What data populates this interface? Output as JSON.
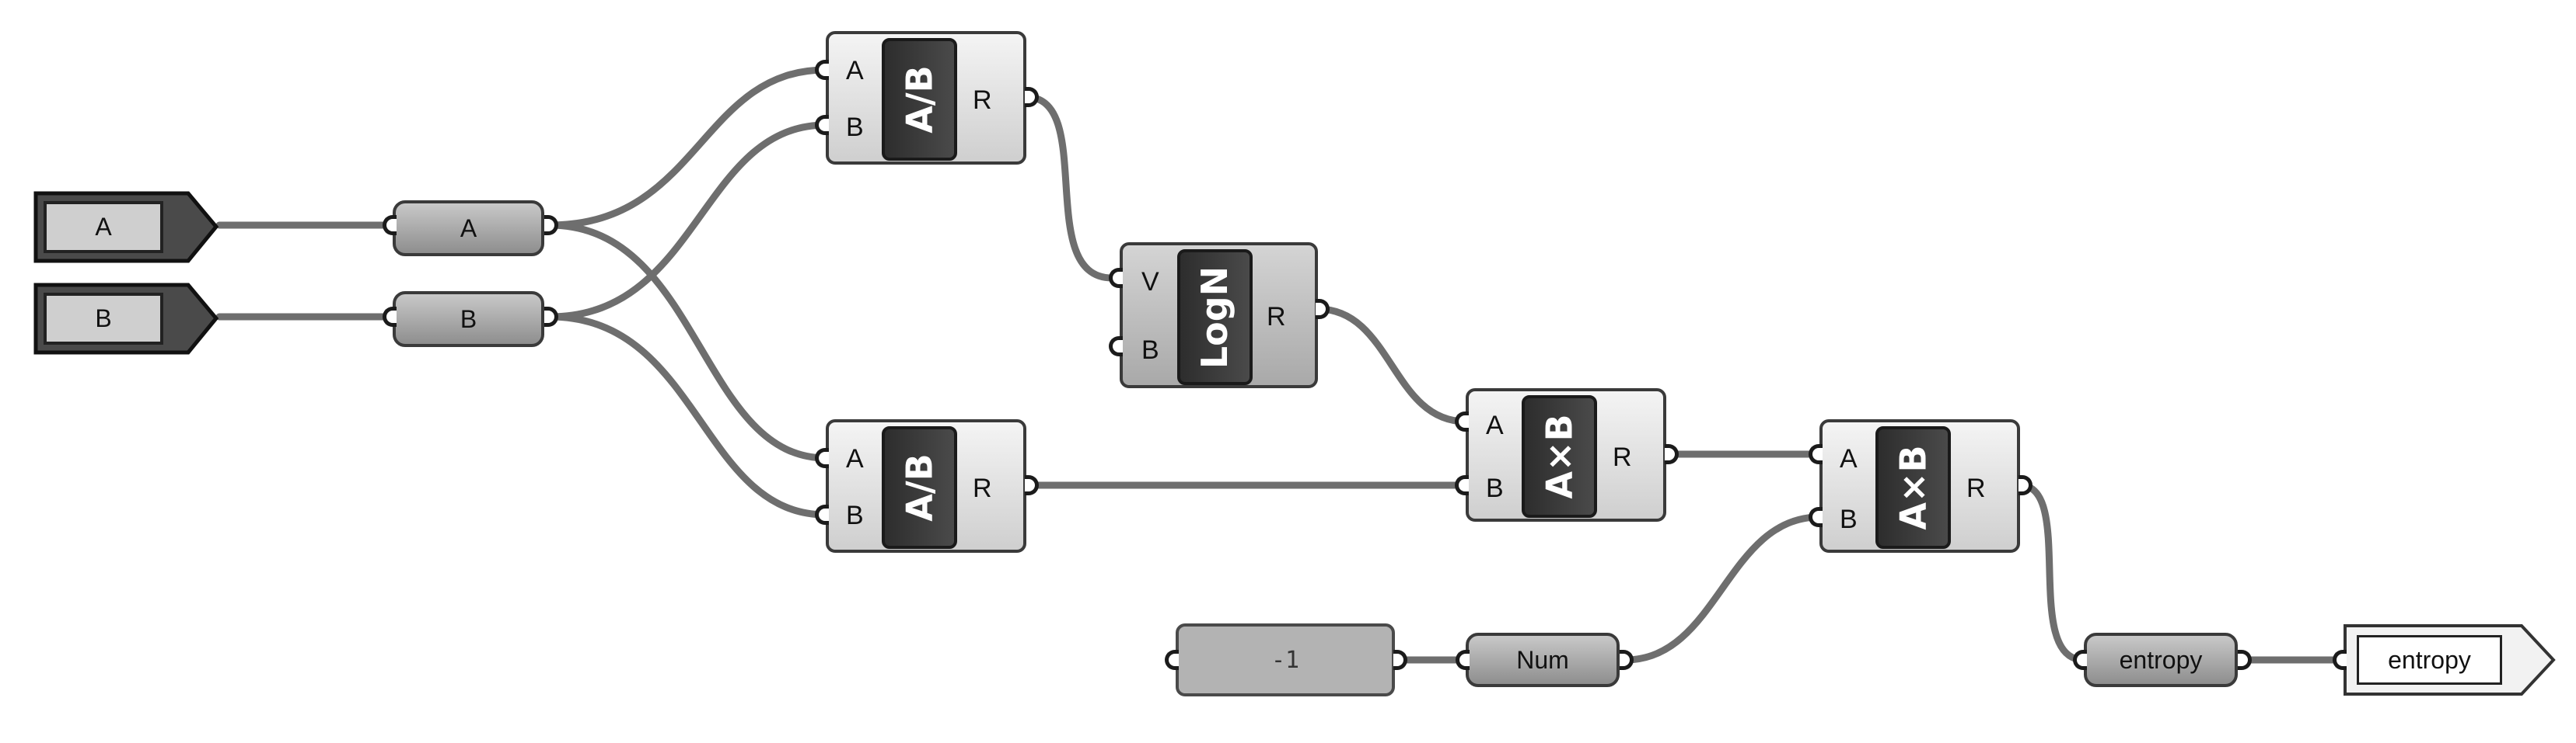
{
  "sources": [
    {
      "id": "A",
      "label": "A"
    },
    {
      "id": "B",
      "label": "B"
    }
  ],
  "params": {
    "a": "A",
    "b": "B",
    "num": "Num",
    "entropy": "entropy"
  },
  "slider": {
    "value": "-1"
  },
  "panel": {
    "value": "entropy"
  },
  "components": {
    "div1": {
      "core": "A/B",
      "inputs": [
        "A",
        "B"
      ],
      "output": "R"
    },
    "div2": {
      "core": "A/B",
      "inputs": [
        "A",
        "B"
      ],
      "output": "R"
    },
    "log": {
      "core": "LogN",
      "inputs": [
        "V",
        "B"
      ],
      "output": "R"
    },
    "mul1": {
      "core": "A×B",
      "inputs": [
        "A",
        "B"
      ],
      "output": "R"
    },
    "mul2": {
      "core": "A×B",
      "inputs": [
        "A",
        "B"
      ],
      "output": "R"
    }
  },
  "colors": {
    "wire": "#6e6e6e",
    "core": "#3a3a3a",
    "canvas": "#ffffff"
  }
}
